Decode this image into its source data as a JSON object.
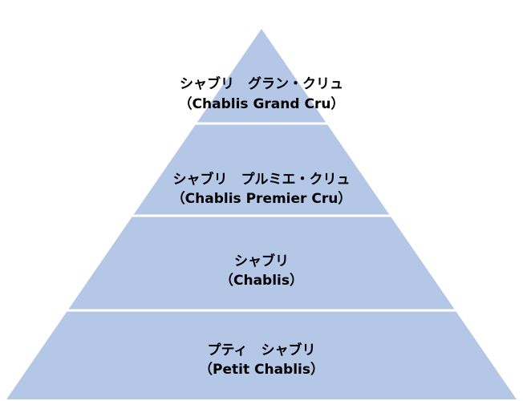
{
  "pyramid": {
    "fill_color": "#b4c7e7",
    "divider_color": "#ffffff",
    "tiers": [
      {
        "name_ja": "シャブリ　グラン・クリュ",
        "name_en": "（Chablis Grand Cru）"
      },
      {
        "name_ja": "シャブリ　プルミエ・クリュ",
        "name_en": "（Chablis Premier Cru）"
      },
      {
        "name_ja": "シャブリ",
        "name_en": "（Chablis）"
      },
      {
        "name_ja": "プティ　シャブリ",
        "name_en": "（Petit Chablis）"
      }
    ]
  }
}
